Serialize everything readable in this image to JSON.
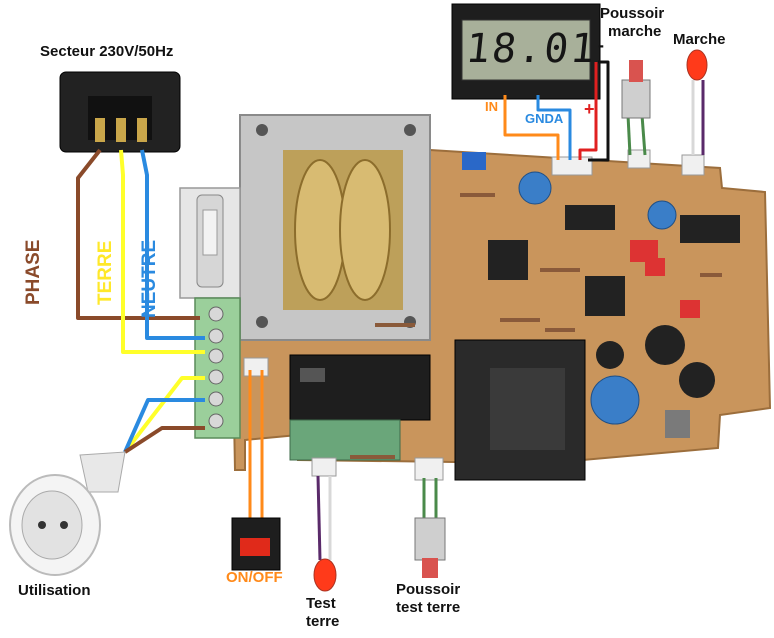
{
  "labels": {
    "mains": "Secteur 230V/50Hz",
    "phase": "PHASE",
    "terre": "TERRE",
    "neutre": "NEUTRE",
    "utilisation": "Utilisation",
    "on_off": "ON/OFF",
    "test_terre_line1": "Test",
    "test_terre_line2": "terre",
    "poussoir_test_line1": "Poussoir",
    "poussoir_test_line2": "test terre",
    "poussoir_marche_line1": "Poussoir",
    "poussoir_marche_line2": "marche",
    "marche": "Marche",
    "in": "IN",
    "gnda": "GNDA",
    "plus": "+",
    "minus": "-"
  },
  "display": {
    "reading": "18.01"
  },
  "colors": {
    "phase": "#8a4a2a",
    "terre": "#ffff2a",
    "neutre": "#2a8ae0",
    "in_wire": "#ff8a1a",
    "gnda_wire": "#2a8ae0",
    "plus_wire": "#e02020",
    "minus_wire": "#111111",
    "pcb": "#c9955c",
    "led": "#ff3a1a"
  }
}
